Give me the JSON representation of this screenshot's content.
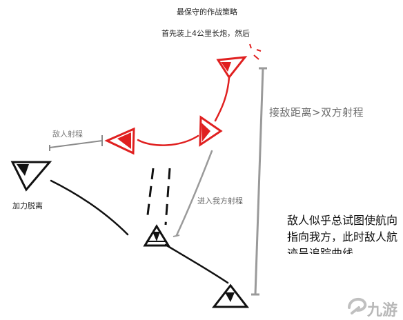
{
  "title": "最保守的作战策略",
  "subtitle": "首先装上4公里长炮，然后",
  "labels": {
    "enemy_range": "敌人射程",
    "retreat": "加力脱离",
    "enter_range": "进入我方射程",
    "pursuit": "接敌距离>双方射程",
    "note": "敌人似乎总试图使航向指向我方，此时敌人航迹呈追踪曲线"
  },
  "logo": {
    "text": "九游"
  },
  "colors": {
    "enemy": "#e02020",
    "ally": "#111111",
    "range_bar": "#9a9a9a"
  }
}
